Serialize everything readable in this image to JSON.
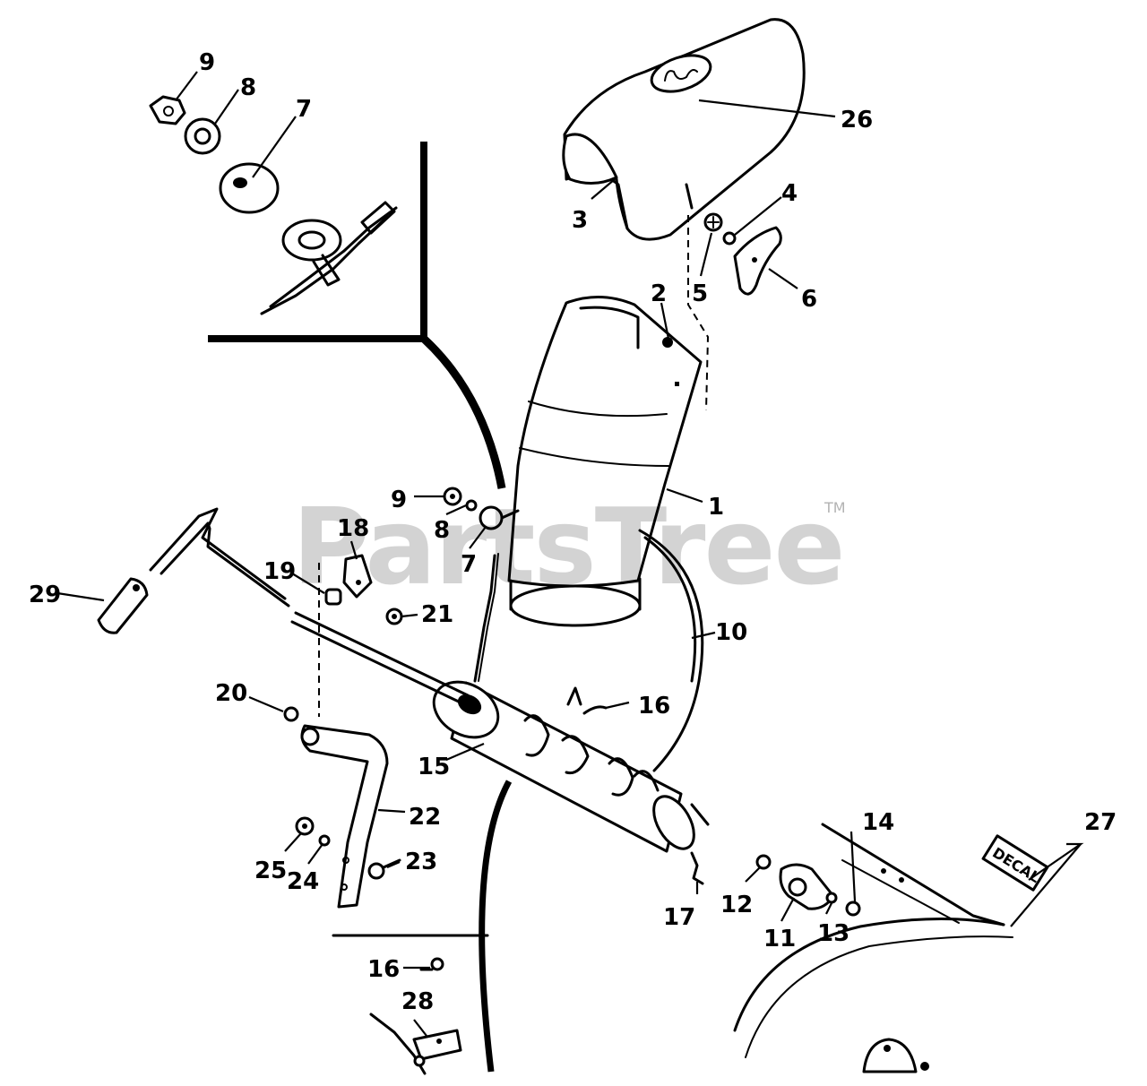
{
  "watermark": {
    "text": "PartsTree",
    "tm": "TM"
  },
  "decal_text": "DECAL",
  "labels": [
    {
      "id": "label-9-top",
      "text": "9"
    },
    {
      "id": "label-8-top",
      "text": "8"
    },
    {
      "id": "label-7-top",
      "text": "7"
    },
    {
      "id": "label-26",
      "text": "26"
    },
    {
      "id": "label-3",
      "text": "3"
    },
    {
      "id": "label-4",
      "text": "4"
    },
    {
      "id": "label-5",
      "text": "5"
    },
    {
      "id": "label-2",
      "text": "2"
    },
    {
      "id": "label-6",
      "text": "6"
    },
    {
      "id": "label-1",
      "text": "1"
    },
    {
      "id": "label-9-mid",
      "text": "9"
    },
    {
      "id": "label-8-mid",
      "text": "8"
    },
    {
      "id": "label-7-mid",
      "text": "7"
    },
    {
      "id": "label-18",
      "text": "18"
    },
    {
      "id": "label-19",
      "text": "19"
    },
    {
      "id": "label-21",
      "text": "21"
    },
    {
      "id": "label-29",
      "text": "29"
    },
    {
      "id": "label-10",
      "text": "10"
    },
    {
      "id": "label-20",
      "text": "20"
    },
    {
      "id": "label-16-mid",
      "text": "16"
    },
    {
      "id": "label-15",
      "text": "15"
    },
    {
      "id": "label-22",
      "text": "22"
    },
    {
      "id": "label-23",
      "text": "23"
    },
    {
      "id": "label-25",
      "text": "25"
    },
    {
      "id": "label-24",
      "text": "24"
    },
    {
      "id": "label-27",
      "text": "27"
    },
    {
      "id": "label-14",
      "text": "14"
    },
    {
      "id": "label-12",
      "text": "12"
    },
    {
      "id": "label-17",
      "text": "17"
    },
    {
      "id": "label-11",
      "text": "11"
    },
    {
      "id": "label-13",
      "text": "13"
    },
    {
      "id": "label-16-bottom",
      "text": "16"
    },
    {
      "id": "label-28",
      "text": "28"
    }
  ]
}
